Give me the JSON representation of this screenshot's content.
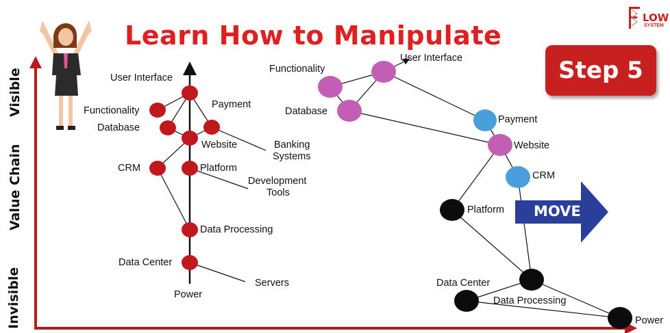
{
  "title": "Learn How to Manipulate",
  "step_label": "Step 5",
  "logo": {
    "word": "LOW",
    "subtitle": "SYSTEM"
  },
  "axis": {
    "visible": "Visible",
    "value_chain": "Value Chain",
    "invisible": "Invisible"
  },
  "move_label": "MOVE",
  "left_map": {
    "user_interface": "User Interface",
    "functionality": "Functionality",
    "payment": "Payment",
    "database": "Database",
    "website": "Website",
    "banking_systems_1": "Banking",
    "banking_systems_2": "Systems",
    "crm": "CRM",
    "platform": "Platform",
    "development_tools_1": "Development",
    "development_tools_2": "Tools",
    "data_processing": "Data Processing",
    "data_center": "Data Center",
    "servers": "Servers",
    "power": "Power"
  },
  "right_map": {
    "functionality": "Functionality",
    "user_interface": "User Interface",
    "database": "Database",
    "payment": "Payment",
    "website": "Website",
    "crm": "CRM",
    "platform": "Platform",
    "data_center": "Data Center",
    "data_processing": "Data Processing",
    "power": "Power"
  },
  "colors": {
    "title": "#e02020",
    "red_node": "#c0181c",
    "pink_node": "#c25fb4",
    "blue_node": "#4a9edc",
    "black_node": "#0c0c0c",
    "axis": "#b71c1c",
    "move_arrow": "#2a3f9a"
  }
}
